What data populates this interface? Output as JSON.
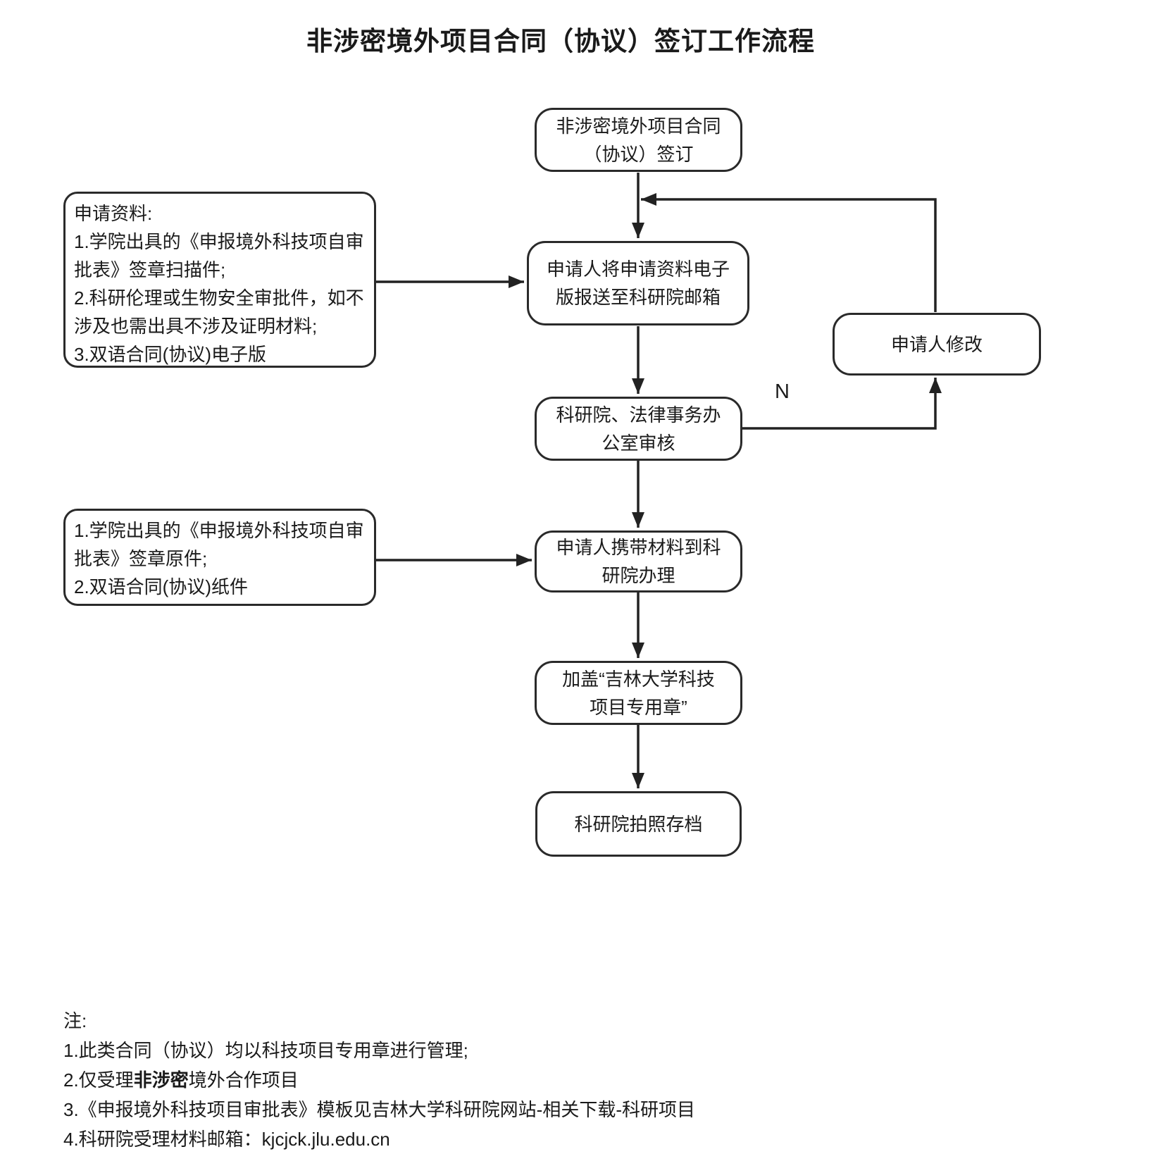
{
  "title": "非涉密境外项目合同（协议）签订工作流程",
  "flowchart": {
    "nodes": {
      "start": {
        "lines": [
          "非涉密境外项目合同",
          "（协议）签订"
        ]
      },
      "submit": {
        "lines": [
          "申请人将申请资料电子",
          "版报送至科研院邮箱"
        ]
      },
      "review": {
        "lines": [
          "科研院、法律事务办",
          "公室审核"
        ]
      },
      "modify": {
        "lines": [
          "申请人修改"
        ]
      },
      "bring": {
        "lines": [
          "申请人携带材料到科",
          "研院办理"
        ]
      },
      "seal": {
        "lines": [
          "加盖“吉林大学科技",
          "项目专用章”"
        ]
      },
      "archive": {
        "lines": [
          "科研院拍照存档"
        ]
      }
    },
    "labels": {
      "reject": "N"
    },
    "side_notes": {
      "electronic": {
        "lines": [
          "申请资料:",
          "1.学院出具的《申报境外科技项自审",
          "批表》签章扫描件;",
          "2.科研伦理或生物安全审批件，如不",
          "涉及也需出具不涉及证明材料;",
          "3.双语合同(协议)电子版"
        ]
      },
      "paper": {
        "lines": [
          "1.学院出具的《申报境外科技项自审",
          "批表》签章原件;",
          "2.双语合同(协议)纸件"
        ]
      }
    }
  },
  "notes": {
    "heading": "注:",
    "item1": "1.此类合同（协议）均以科技项目专用章进行管理;",
    "item2_prefix": "2.仅受理",
    "item2_bold": "非涉密",
    "item2_suffix": "境外合作项目",
    "item3": "3.《申报境外科技项目审批表》模板见吉林大学科研院网站-相关下载-科研项目",
    "item4": "4.科研院受理材料邮箱：kjcjck.jlu.edu.cn"
  },
  "colors": {
    "line": "#222222",
    "text": "#1a1a1a",
    "background": "#ffffff"
  }
}
